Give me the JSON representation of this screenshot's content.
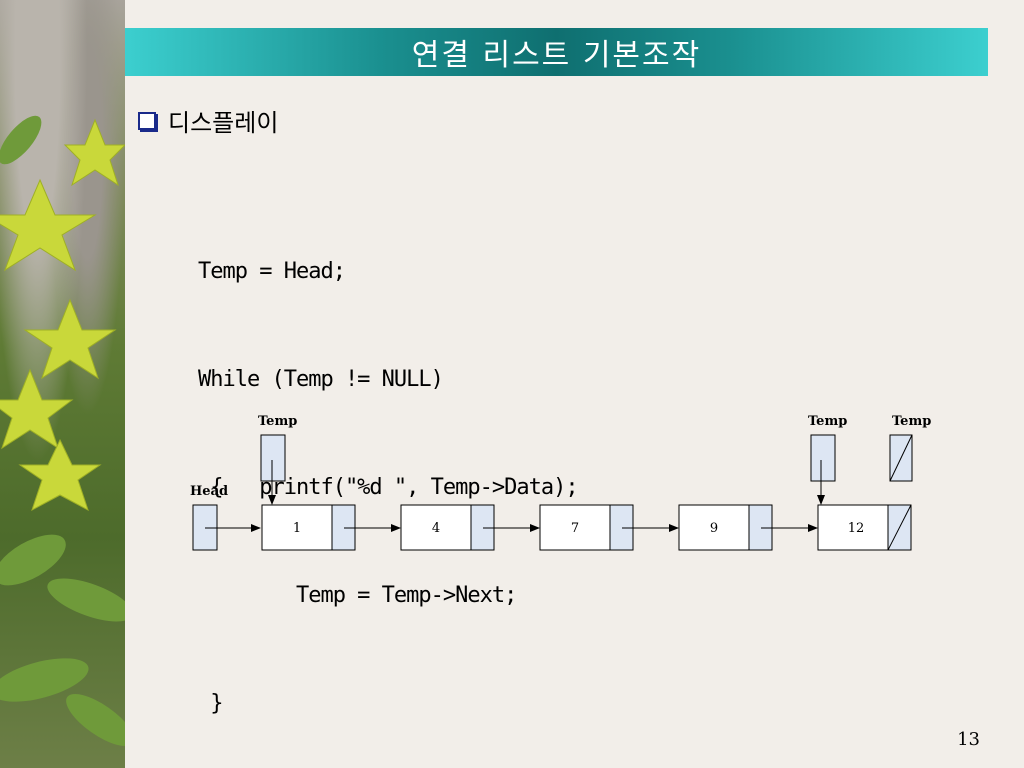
{
  "title": "연결 리스트 기본조작",
  "bullet": "디스플레이",
  "code_lines": [
    "Temp = Head;",
    "While (Temp != NULL)",
    " {   printf(\"%d \", Temp->Data);",
    "        Temp = Temp->Next;",
    " }"
  ],
  "diagram": {
    "head_label": "Head",
    "temp_label": "Temp",
    "nodes": [
      "1",
      "4",
      "7",
      "9",
      "12"
    ]
  },
  "page_number": "13",
  "colors": {
    "title_bar": "#1a8f8f",
    "node_pointer_fill": "#dde6f3",
    "background": "#f2eee9"
  }
}
